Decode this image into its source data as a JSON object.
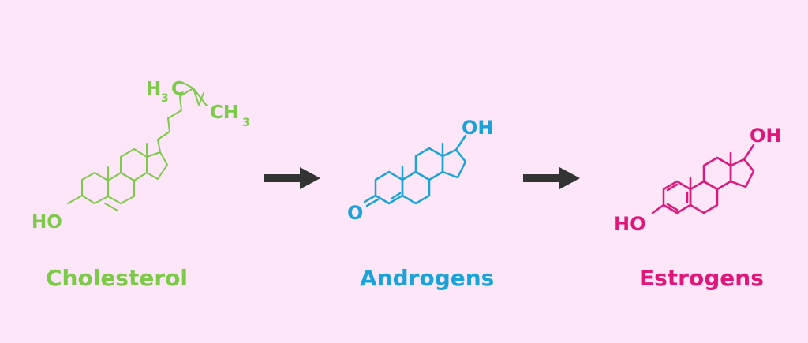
{
  "colors": {
    "background": "#fce6f7",
    "cholesterol": "#7dc94a",
    "androgens": "#1aa3d8",
    "estrogens": "#e0167a",
    "arrow": "#333333"
  },
  "cholesterol": {
    "name": "Cholesterol",
    "hydroxyl": "HO",
    "methyl_left": {
      "main": "H",
      "sub": "3",
      "tail": "C"
    },
    "methyl_right": {
      "main": "CH",
      "sub": "3"
    }
  },
  "androgens": {
    "name": "Androgens",
    "hydroxyl": "OH",
    "ketone": "O"
  },
  "estrogens": {
    "name": "Estrogens",
    "hydroxyl_top": "OH",
    "hydroxyl_left": "HO"
  },
  "arrows": [
    "right-arrow",
    "right-arrow"
  ]
}
